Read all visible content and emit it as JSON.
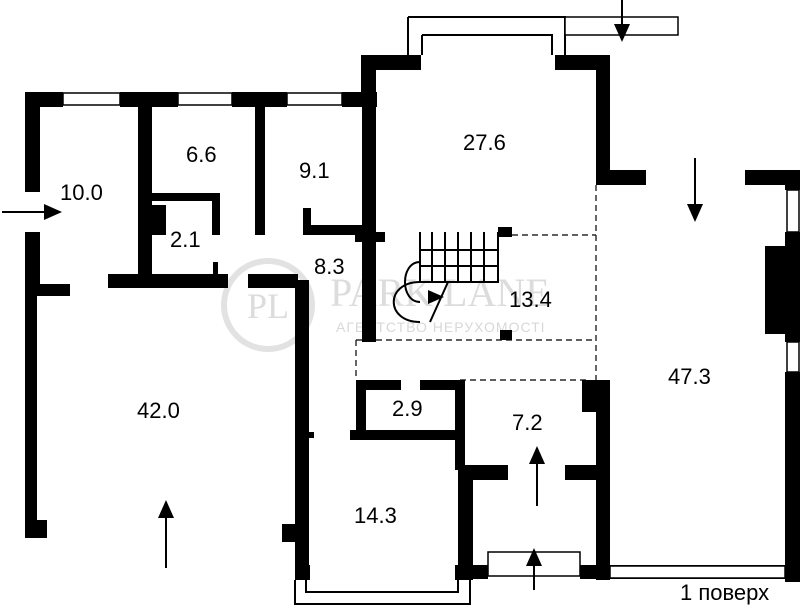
{
  "rooms": [
    {
      "id": "room-upper-left",
      "area": "10.0"
    },
    {
      "id": "room-small-a",
      "area": "6.6"
    },
    {
      "id": "room-small-b",
      "area": "9.1"
    },
    {
      "id": "room-closet",
      "area": "2.1"
    },
    {
      "id": "room-hall",
      "area": "8.3"
    },
    {
      "id": "room-living-top",
      "area": "27.6"
    },
    {
      "id": "room-stair",
      "area": "13.4"
    },
    {
      "id": "room-large-right",
      "area": "47.3"
    },
    {
      "id": "room-large-left",
      "area": "42.0"
    },
    {
      "id": "room-storage",
      "area": "2.9"
    },
    {
      "id": "room-entry",
      "area": "7.2"
    },
    {
      "id": "room-bottom-mid",
      "area": "14.3"
    }
  ],
  "floor_label": "1 поверх",
  "watermark": {
    "logo": "PL",
    "brand": "PARK LANE",
    "tagline": "АГЕНТСТВО НЕРУХОМОСТІ"
  },
  "colors": {
    "walls": "#000000",
    "background": "#ffffff",
    "watermark": "#dcdcdc"
  }
}
